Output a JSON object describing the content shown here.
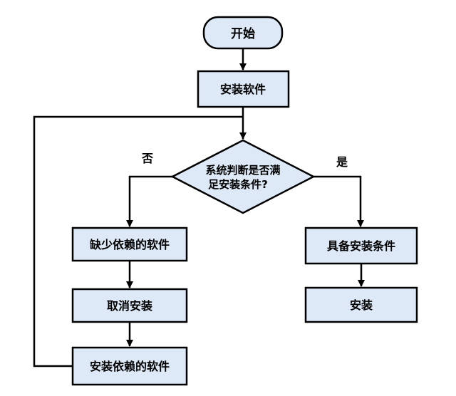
{
  "nodes": {
    "start": "开始",
    "install_software": "安装软件",
    "decision": [
      "系统判断是否满",
      "足安装条件?"
    ],
    "missing_dependency": "缺少依赖的软件",
    "cancel_install": "取消安装",
    "install_dependency": "安装依赖的软件",
    "has_conditions": "具备安装条件",
    "install": "安装"
  },
  "edge_labels": {
    "no": "否",
    "yes": "是"
  },
  "colors": {
    "box_fill": "#dde9f7",
    "stroke": "#000000",
    "background": "#ffffff"
  }
}
